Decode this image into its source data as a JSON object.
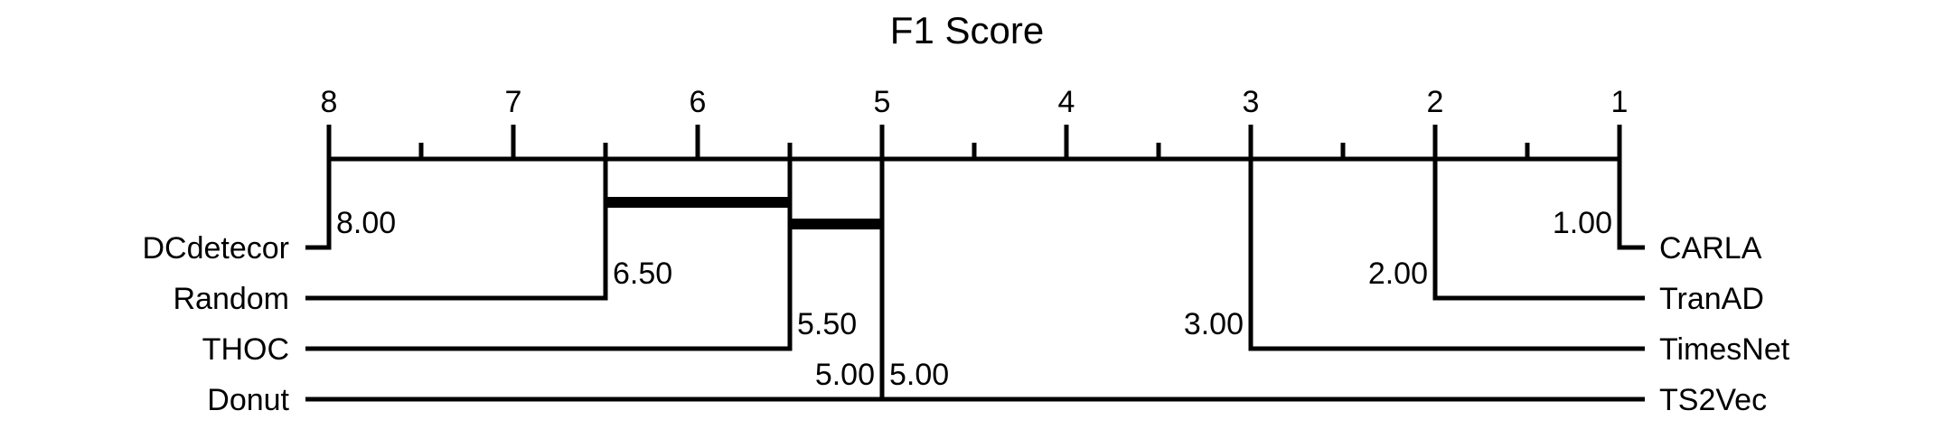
{
  "chart_data": {
    "type": "critical-difference",
    "title": "F1 Score",
    "axis": {
      "min": 1,
      "max": 8,
      "reversed": true,
      "major_ticks": [
        1,
        2,
        3,
        4,
        5,
        6,
        7,
        8
      ],
      "minor_ticks": [
        1.5,
        2.5,
        3.5,
        4.5,
        5.5,
        6.5,
        7.5
      ],
      "tick_labels": [
        "1",
        "2",
        "3",
        "4",
        "5",
        "6",
        "7",
        "8"
      ]
    },
    "left_methods": [
      {
        "name": "DCdetecor",
        "rank": 8.0,
        "rank_label": "8.00"
      },
      {
        "name": "Random",
        "rank": 6.5,
        "rank_label": "6.50"
      },
      {
        "name": "THOC",
        "rank": 5.5,
        "rank_label": "5.50"
      },
      {
        "name": "Donut",
        "rank": 5.0,
        "rank_label": "5.00"
      }
    ],
    "right_methods": [
      {
        "name": "CARLA",
        "rank": 1.0,
        "rank_label": "1.00"
      },
      {
        "name": "TranAD",
        "rank": 2.0,
        "rank_label": "2.00"
      },
      {
        "name": "TimesNet",
        "rank": 3.0,
        "rank_label": "3.00"
      },
      {
        "name": "TS2Vec",
        "rank": 5.0,
        "rank_label": "5.00"
      }
    ],
    "cliques": [
      {
        "from": 5.5,
        "to": 6.5
      },
      {
        "from": 5.0,
        "to": 5.5
      }
    ]
  }
}
